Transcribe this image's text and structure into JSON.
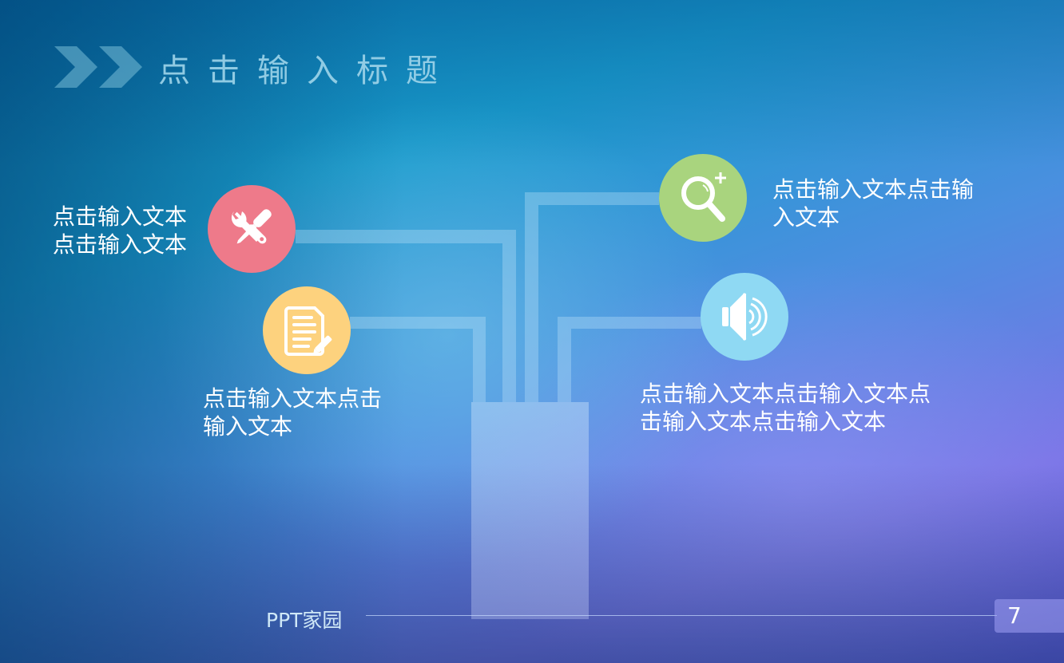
{
  "slide": {
    "title": "点击输入标题",
    "title_icon": "double-chevron-right-icon",
    "page_number": "7",
    "footer_brand": "PPT家园"
  },
  "items": [
    {
      "id": "tools",
      "icon": "wrench-screwdriver-icon",
      "color": "#ee7a8a",
      "text_lines": [
        "点击输入文本",
        "点击输入文本"
      ]
    },
    {
      "id": "document",
      "icon": "document-edit-icon",
      "color": "#fdd27e",
      "text_lines": [
        "点击输入文本点击",
        "输入文本"
      ]
    },
    {
      "id": "search",
      "icon": "magnifier-plus-icon",
      "color": "#a9d47e",
      "text_lines": [
        "点击输入文本点击输",
        "入文本"
      ]
    },
    {
      "id": "sound",
      "icon": "speaker-icon",
      "color": "#8fd9f3",
      "text_lines": [
        "点击输入文本点击输入文本点",
        "击输入文本点击输入文本"
      ]
    }
  ],
  "colors": {
    "bg_top": "#0a7fae",
    "bg_bottom_right": "#6a5fe0",
    "connector": "rgba(190,225,250,0.35)",
    "title": "#9fd5ea"
  }
}
